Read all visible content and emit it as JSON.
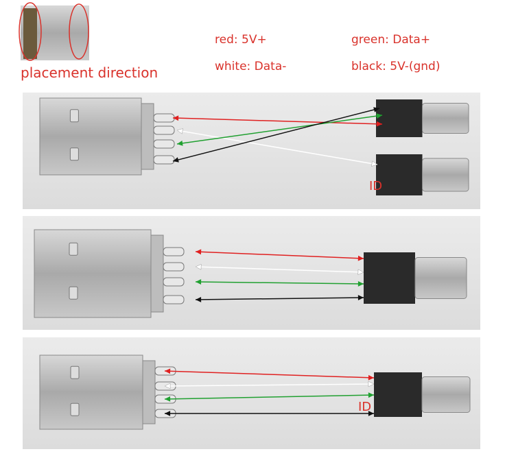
{
  "header": {
    "placement_label": "placement direction",
    "legend": [
      {
        "text": "red: 5V+",
        "color": "#e02020"
      },
      {
        "text": "white: Data-",
        "color": "#ffffff"
      },
      {
        "text": "green: Data+",
        "color": "#20a030"
      },
      {
        "text": "black: 5V-(gnd)",
        "color": "#111111"
      }
    ]
  },
  "panels": [
    {
      "id_label": "ID"
    },
    {},
    {
      "id_label": "ID"
    }
  ],
  "label_color": "#d9322b"
}
